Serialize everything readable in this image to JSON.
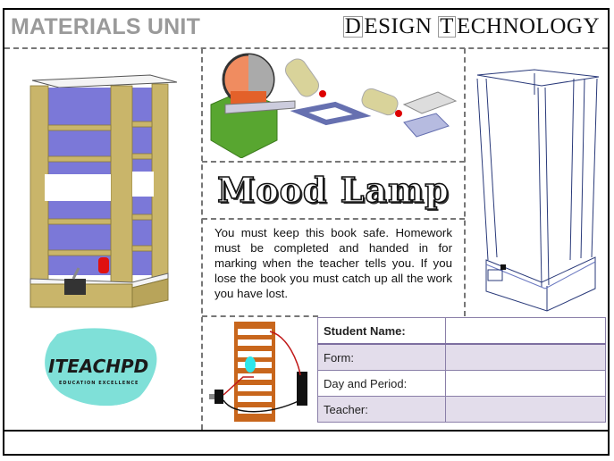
{
  "header": {
    "title_left": "MATERIALS UNIT",
    "title_right_first_initial": "D",
    "title_right_first_rest": "ESIGN",
    "title_right_second_initial": "T",
    "title_right_second_rest": "ECHNOLOGY"
  },
  "project": {
    "title": "Mood Lamp",
    "notice": "You must keep this book safe.  Homework must be completed and handed in for marking when the teacher tells you.  If you lose the book you must catch up all the work you have lost."
  },
  "logo": {
    "name": "ITEACHPD",
    "tagline": "EDUCATION EXCELLENCE",
    "color": "#7fe0d8"
  },
  "student_table": {
    "rows": [
      {
        "label": "Student Name:",
        "value": ""
      },
      {
        "label": "Form:",
        "value": ""
      },
      {
        "label": "Day and Period:",
        "value": ""
      },
      {
        "label": "Teacher:",
        "value": ""
      }
    ]
  },
  "colors": {
    "title_gray": "#9a9a9a",
    "dash": "#777777",
    "table_shade": "#e3ddeb",
    "table_border": "#8a7fa8",
    "wood": "#c9b56a",
    "acrylic_blue": "#6b6bea",
    "pcb_orange": "#c8661c"
  },
  "images": {
    "lamp_render": "Rendered mood lamp with wooden frame and blue acrylic panels",
    "process_steps": "Strip heater bending acrylic and gluing acrylic box",
    "wireframe": "Wireframe drawing of mood lamp",
    "circuit": "Stripboard circuit with LED, switch and battery"
  }
}
